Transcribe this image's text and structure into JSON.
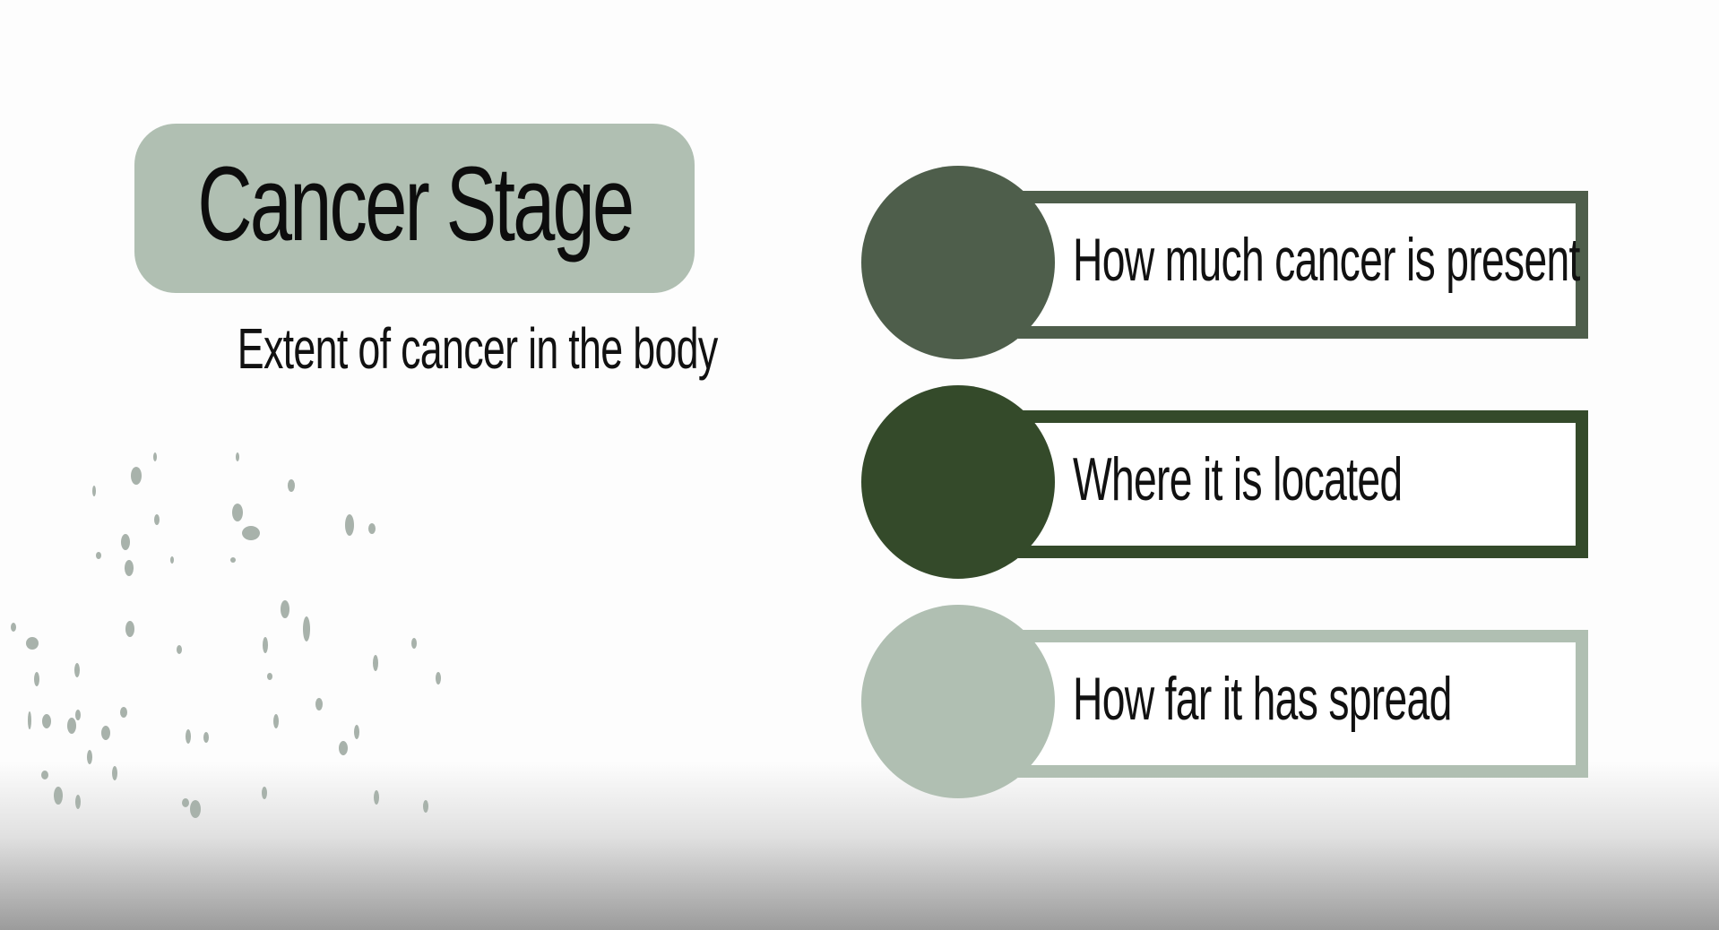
{
  "slide": {
    "title": "Cancer Stage",
    "subtitle": "Extent of cancer in the body",
    "title_box_color": "#b0bfb2",
    "items": [
      {
        "label": "How much cancer is present",
        "color": "#4e5e4b"
      },
      {
        "label": "Where it is located",
        "color": "#344a2a"
      },
      {
        "label": "How far it has spread",
        "color": "#b0bfb2"
      }
    ],
    "speckle_color": "#a8b2ab"
  }
}
